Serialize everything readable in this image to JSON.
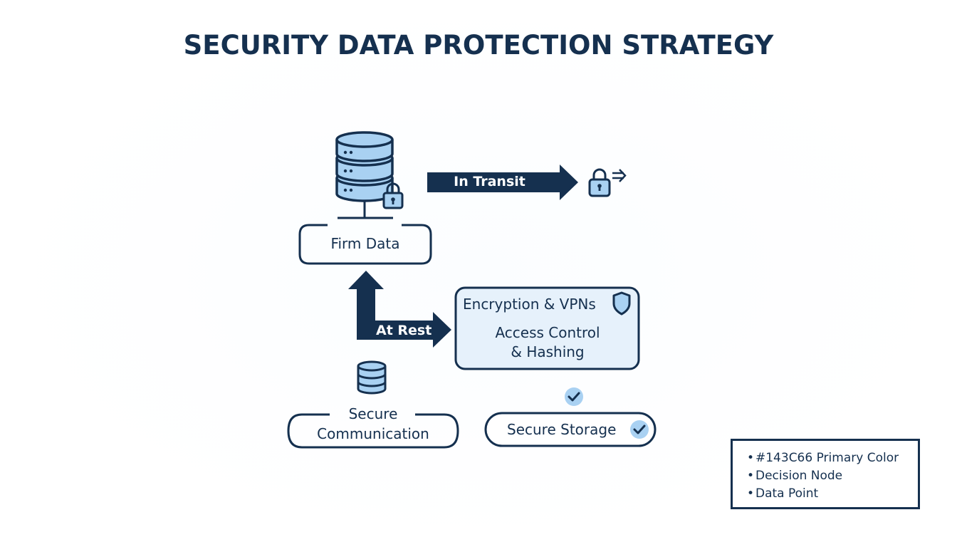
{
  "title": "SECURITY DATA PROTECTION STRATEGY",
  "colors": {
    "primary": "#143C66",
    "dark_navy": "#15304f",
    "light_fill": "#a9d1f2",
    "box_fill": "#e6f1fb"
  },
  "nodes": {
    "firm_data": {
      "label": "Firm Data",
      "icon": "database-lock-icon"
    },
    "in_transit": {
      "label": "In Transit",
      "icon": "lock-send-icon"
    },
    "at_rest": {
      "label": "At Rest"
    },
    "controls": {
      "line1": "Encryption & VPNs",
      "line2": "Access Control",
      "line3": "& Hashing",
      "icon": "shield-icon"
    },
    "secure_communication": {
      "line1": "Secure",
      "line2": "Communication",
      "icon": "database-icon"
    },
    "secure_storage": {
      "label": "Secure Storage",
      "icon": "check-icon"
    }
  },
  "legend": {
    "bullet": "•",
    "items": [
      "#143C66 Primary Color",
      "Decision Node",
      "Data Point"
    ]
  }
}
